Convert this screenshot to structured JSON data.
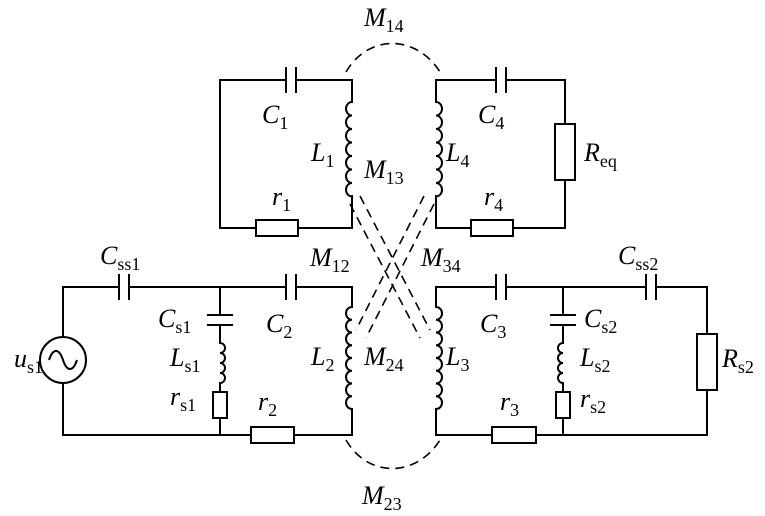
{
  "labels": {
    "M14": {
      "sym": "M",
      "sub": "14"
    },
    "M13": {
      "sym": "M",
      "sub": "13"
    },
    "M12": {
      "sym": "M",
      "sub": "12"
    },
    "M34": {
      "sym": "M",
      "sub": "34"
    },
    "M24": {
      "sym": "M",
      "sub": "24"
    },
    "M23": {
      "sym": "M",
      "sub": "23"
    },
    "C1": {
      "sym": "C",
      "sub": "1"
    },
    "L1": {
      "sym": "L",
      "sub": "1"
    },
    "r1": {
      "sym": "r",
      "sub": "1"
    },
    "C4": {
      "sym": "C",
      "sub": "4"
    },
    "L4": {
      "sym": "L",
      "sub": "4"
    },
    "r4": {
      "sym": "r",
      "sub": "4"
    },
    "Req": {
      "sym": "R",
      "sub": "eq"
    },
    "Css1": {
      "sym": "C",
      "sub": "ss1"
    },
    "Cs1": {
      "sym": "C",
      "sub": "s1"
    },
    "Ls1": {
      "sym": "L",
      "sub": "s1"
    },
    "rs1": {
      "sym": "r",
      "sub": "s1"
    },
    "us1": {
      "sym": "u",
      "sub": "s1"
    },
    "C2": {
      "sym": "C",
      "sub": "2"
    },
    "L2": {
      "sym": "L",
      "sub": "2"
    },
    "r2": {
      "sym": "r",
      "sub": "2"
    },
    "C3": {
      "sym": "C",
      "sub": "3"
    },
    "L3": {
      "sym": "L",
      "sub": "3"
    },
    "r3": {
      "sym": "r",
      "sub": "3"
    },
    "Css2": {
      "sym": "C",
      "sub": "ss2"
    },
    "Cs2": {
      "sym": "C",
      "sub": "s2"
    },
    "Ls2": {
      "sym": "L",
      "sub": "s2"
    },
    "rs2": {
      "sym": "r",
      "sub": "s2"
    },
    "Rs2": {
      "sym": "R",
      "sub": "s2"
    }
  }
}
